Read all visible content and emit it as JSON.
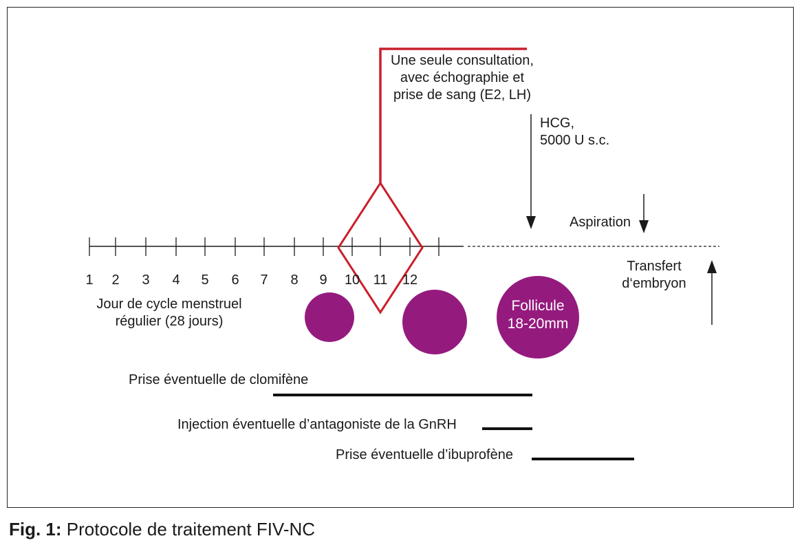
{
  "caption": {
    "label": "Fig. 1:",
    "title": "Protocole de traitement FIV-NC"
  },
  "timeline": {
    "days": [
      "1",
      "2",
      "3",
      "4",
      "5",
      "6",
      "7",
      "8",
      "9",
      "10",
      "11",
      "12"
    ],
    "axis_label_line1": "Jour de cycle menstruel",
    "axis_label_line2": "régulier (28 jours)"
  },
  "consultation": {
    "line1": "Une seule consultation,",
    "line2": "avec échographie et",
    "line3": "prise de sang (E2, LH)"
  },
  "hcg": {
    "line1": "HCG,",
    "line2": "5000 U s.c."
  },
  "aspiration": {
    "label": "Aspiration"
  },
  "transfer": {
    "line1": "Transfert",
    "line2": "d‘embryon"
  },
  "follicle": {
    "line1": "Follicule",
    "line2": "18-20mm"
  },
  "medications": {
    "clomiphene": "Prise éventuelle de clomifène",
    "antagonist": "Injection éventuelle d’antagoniste de la GnRH",
    "ibuprofen": "Prise éventuelle d’ibuprofène"
  },
  "colors": {
    "accent_red": "#c8202a",
    "follicle_purple": "#951a7e",
    "line": "#1a1a1a"
  }
}
